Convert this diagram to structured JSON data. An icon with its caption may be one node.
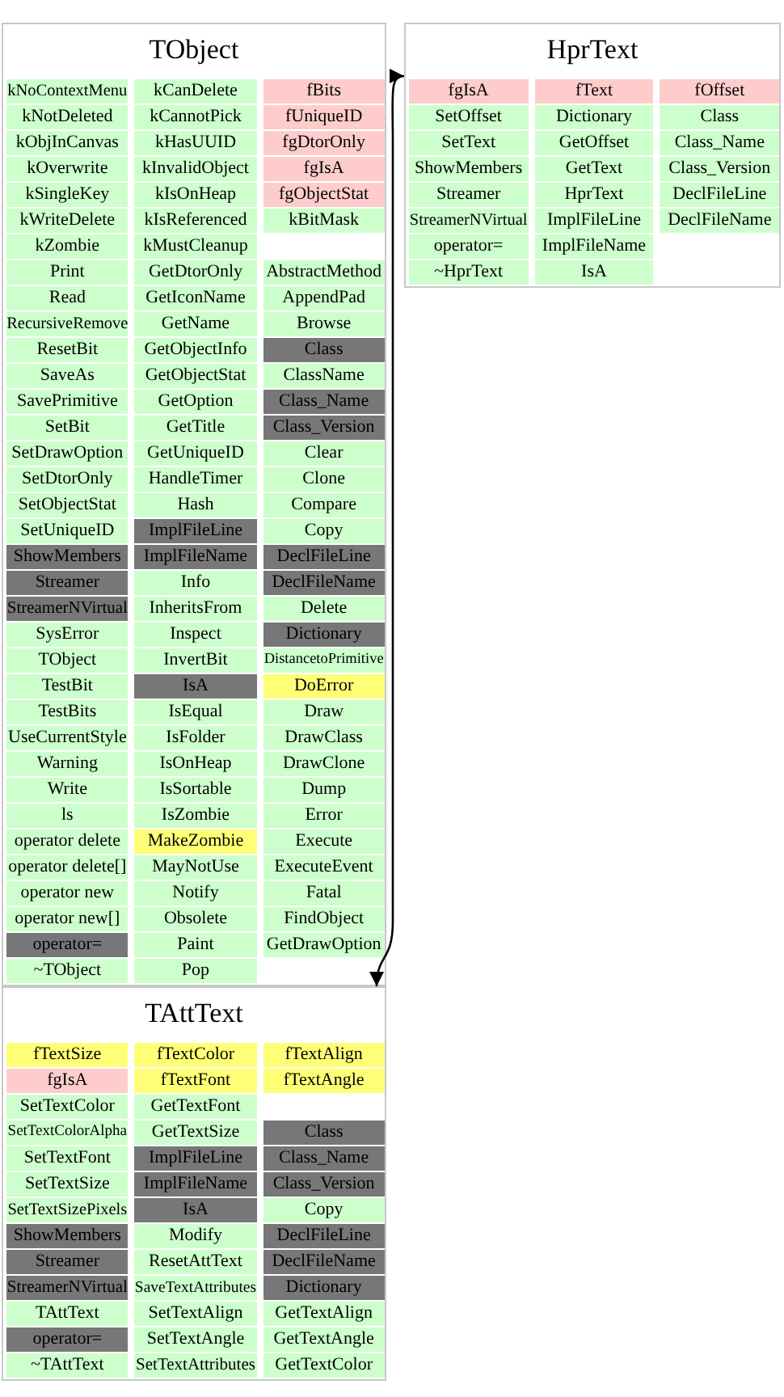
{
  "diagram": {
    "nodes": [
      {
        "text": [
          "TObject"
        ]
      },
      {
        "text": [
          "kNoContextMenu"
        ],
        "in": 0
      },
      {
        "text": [
          "kNotDeleted"
        ],
        "in": 0
      },
      {
        "text": [
          "kObjInCanvas"
        ],
        "in": 0
      },
      {
        "text": [
          "kOverwrite"
        ],
        "in": 0
      },
      {
        "text": [
          "kSingleKey"
        ],
        "in": 0
      },
      {
        "text": [
          "kWriteDelete"
        ],
        "in": 0
      },
      {
        "text": [
          "kZombie"
        ],
        "in": 0
      },
      {
        "text": [
          "Print"
        ],
        "in": 0
      },
      {
        "text": [
          "Read"
        ],
        "in": 0
      },
      {
        "text": [
          "RecursiveRemove"
        ],
        "in": 0
      },
      {
        "text": [
          "ResetBit"
        ],
        "in": 0
      },
      {
        "text": [
          "SaveAs"
        ],
        "in": 0
      },
      {
        "text": [
          "SavePrimitive"
        ],
        "in": 0
      },
      {
        "text": [
          "SetBit"
        ],
        "in": 0
      },
      {
        "text": [
          "SetDrawOption"
        ],
        "in": 0
      },
      {
        "text": [
          "SetDtorOnly"
        ],
        "in": 0
      },
      {
        "text": [
          "SetObjectStat"
        ],
        "in": 0
      },
      {
        "text": [
          "SetUniqueID"
        ],
        "in": 0
      },
      {
        "text": [
          "ShowMembers"
        ],
        "in": 0
      },
      {
        "text": [
          "Streamer"
        ],
        "in": 0
      },
      {
        "text": [
          "StreamerNVirtual"
        ],
        "in": 0
      },
      {
        "text": [
          "SysError"
        ],
        "in": 0
      },
      {
        "text": [
          "TObject"
        ],
        "in": 0
      },
      {
        "text": [
          "TestBit"
        ],
        "in": 0
      },
      {
        "text": [
          "TestBits"
        ],
        "in": 0
      },
      {
        "text": [
          "UseCurrentStyle"
        ],
        "in": 0
      },
      {
        "text": [
          "Warning"
        ],
        "in": 0
      },
      {
        "text": [
          "Write"
        ],
        "in": 0
      },
      {
        "text": [
          "ls"
        ],
        "in": 0
      },
      {
        "text": [
          "operator delete"
        ],
        "in": 0
      },
      {
        "text": [
          "operator delete[]"
        ],
        "in": 0
      },
      {
        "text": [
          "operator new"
        ],
        "in": 0
      },
      {
        "text": [
          "operator new[]"
        ],
        "in": 0
      },
      {
        "text": [
          "operator="
        ],
        "in": 0
      },
      {
        "text": [
          "~TObject"
        ],
        "in": 0
      },
      {
        "text": [
          "kCanDelete"
        ],
        "in": 0
      },
      {
        "text": [
          "kCannotPick"
        ],
        "in": 0
      },
      {
        "text": [
          "kHasUUID"
        ],
        "in": 0
      },
      {
        "text": [
          "kInvalidObject"
        ],
        "in": 0
      },
      {
        "text": [
          "kIsOnHeap"
        ],
        "in": 0
      },
      {
        "text": [
          "kIsReferenced"
        ],
        "in": 0
      },
      {
        "text": [
          "kMustCleanup"
        ],
        "in": 0
      },
      {
        "text": [
          "GetDtorOnly"
        ],
        "in": 0
      },
      {
        "text": [
          "GetIconName"
        ],
        "in": 0
      },
      {
        "text": [
          "GetName"
        ],
        "in": 0
      },
      {
        "text": [
          "GetObjectInfo"
        ],
        "in": 0
      },
      {
        "text": [
          "GetObjectStat"
        ],
        "in": 0
      },
      {
        "text": [
          "GetOption"
        ],
        "in": 0
      },
      {
        "text": [
          "GetTitle"
        ],
        "in": 0
      },
      {
        "text": [
          "GetUniqueID"
        ],
        "in": 0
      },
      {
        "text": [
          "HandleTimer"
        ],
        "in": 0
      },
      {
        "text": [
          "Hash"
        ],
        "in": 0
      },
      {
        "text": [
          "ImplFileLine"
        ],
        "in": 0
      },
      {
        "text": [
          "ImplFileName"
        ],
        "in": 0
      },
      {
        "text": [
          "Info"
        ],
        "in": 0
      },
      {
        "text": [
          "InheritsFrom"
        ],
        "in": 0
      },
      {
        "text": [
          "Inspect"
        ],
        "in": 0
      },
      {
        "text": [
          "InvertBit"
        ],
        "in": 0
      },
      {
        "text": [
          "IsA"
        ],
        "in": 0
      },
      {
        "text": [
          "IsEqual"
        ],
        "in": 0
      },
      {
        "text": [
          "IsFolder"
        ],
        "in": 0
      },
      {
        "text": [
          "IsOnHeap"
        ],
        "in": 0
      },
      {
        "text": [
          "IsSortable"
        ],
        "in": 0
      },
      {
        "text": [
          "IsZombie"
        ],
        "in": 0
      },
      {
        "text": [
          "MakeZombie"
        ],
        "in": 0
      },
      {
        "text": [
          "MayNotUse"
        ],
        "in": 0
      },
      {
        "text": [
          "Notify"
        ],
        "in": 0
      },
      {
        "text": [
          "Obsolete"
        ],
        "in": 0
      },
      {
        "text": [
          "Paint"
        ],
        "in": 0
      },
      {
        "text": [
          "Pop"
        ],
        "in": 0
      },
      {
        "text": [
          "fBits"
        ],
        "in": 0
      },
      {
        "text": [
          "fUniqueID"
        ],
        "in": 0
      },
      {
        "text": [
          "fgDtorOnly"
        ],
        "in": 0
      },
      {
        "text": [
          "fgIsA"
        ],
        "in": 0
      },
      {
        "text": [
          "fgObjectStat"
        ],
        "in": 0
      },
      {
        "text": [
          "kBitMask"
        ],
        "in": 0
      },
      {
        "text": [
          "AbstractMethod"
        ],
        "in": 0
      },
      {
        "text": [
          "AppendPad"
        ],
        "in": 0
      },
      {
        "text": [
          "Browse"
        ],
        "in": 0
      },
      {
        "text": [
          "Class"
        ],
        "in": 0
      },
      {
        "text": [
          "ClassName"
        ],
        "in": 0
      },
      {
        "text": [
          "Class_Name"
        ],
        "in": 0
      },
      {
        "text": [
          "Class_Version"
        ],
        "in": 0
      },
      {
        "text": [
          "Clear"
        ],
        "in": 0
      },
      {
        "text": [
          "Clone"
        ],
        "in": 0
      },
      {
        "text": [
          "Compare"
        ],
        "in": 0
      },
      {
        "text": [
          "Copy"
        ],
        "in": 0
      },
      {
        "text": [
          "DeclFileLine"
        ],
        "in": 0
      },
      {
        "text": [
          "DeclFileName"
        ],
        "in": 0
      },
      {
        "text": [
          "Delete"
        ],
        "in": 0
      },
      {
        "text": [
          "Dictionary"
        ],
        "in": 0
      },
      {
        "text": [
          "DistancetoPrimitive"
        ],
        "in": 0
      },
      {
        "text": [
          "DoError"
        ],
        "in": 0
      },
      {
        "text": [
          "Draw"
        ],
        "in": 0
      },
      {
        "text": [
          "DrawClass"
        ],
        "in": 0
      },
      {
        "text": [
          "DrawClone"
        ],
        "in": 0
      },
      {
        "text": [
          "Dump"
        ],
        "in": 0
      },
      {
        "text": [
          "Error"
        ],
        "in": 0
      },
      {
        "text": [
          "Execute"
        ],
        "in": 0
      },
      {
        "text": [
          "ExecuteEvent"
        ],
        "in": 0
      },
      {
        "text": [
          "Fatal"
        ],
        "in": 0
      },
      {
        "text": [
          "FindObject"
        ],
        "in": 0
      },
      {
        "text": [
          "GetDrawOption"
        ],
        "in": 0
      },
      {
        "text": [
          "HprText"
        ]
      },
      {
        "text": [
          "fgIsA"
        ],
        "in": 104
      },
      {
        "text": [
          "SetOffset"
        ],
        "in": 104
      },
      {
        "text": [
          "SetText"
        ],
        "in": 104
      },
      {
        "text": [
          "ShowMembers"
        ],
        "in": 104
      },
      {
        "text": [
          "Streamer"
        ],
        "in": 104
      },
      {
        "text": [
          "StreamerNVirtual"
        ],
        "in": 104
      },
      {
        "text": [
          "operator="
        ],
        "in": 104
      },
      {
        "text": [
          "~HprText"
        ],
        "in": 104
      },
      {
        "text": [
          "fText"
        ],
        "in": 104
      },
      {
        "text": [
          "Dictionary"
        ],
        "in": 104
      },
      {
        "text": [
          "GetOffset"
        ],
        "in": 104
      },
      {
        "text": [
          "GetText"
        ],
        "in": 104
      },
      {
        "text": [
          "HprText"
        ],
        "in": 104
      },
      {
        "text": [
          "ImplFileLine"
        ],
        "in": 104
      },
      {
        "text": [
          "ImplFileName"
        ],
        "in": 104
      },
      {
        "text": [
          "IsA"
        ],
        "in": 104
      },
      {
        "text": [
          "fOffset"
        ],
        "in": 104
      },
      {
        "text": [
          "Class"
        ],
        "in": 104
      },
      {
        "text": [
          "Class_Name"
        ],
        "in": 104
      },
      {
        "text": [
          "Class_Version"
        ],
        "in": 104
      },
      {
        "text": [
          "DeclFileLine"
        ],
        "in": 104
      },
      {
        "text": [
          "DeclFileName"
        ],
        "in": 104
      },
      {
        "text": [
          "TAttText"
        ]
      },
      {
        "text": [
          "fTextSize"
        ],
        "in": 127
      },
      {
        "text": [
          "fgIsA"
        ],
        "in": 127
      },
      {
        "text": [
          "SetTextColor"
        ],
        "in": 127
      },
      {
        "text": [
          "SetTextColorAlpha"
        ],
        "in": 127
      },
      {
        "text": [
          "SetTextFont"
        ],
        "in": 127
      },
      {
        "text": [
          "SetTextSize"
        ],
        "in": 127
      },
      {
        "text": [
          "SetTextSizePixels"
        ],
        "in": 127
      },
      {
        "text": [
          "ShowMembers"
        ],
        "in": 127
      },
      {
        "text": [
          "Streamer"
        ],
        "in": 127
      },
      {
        "text": [
          "StreamerNVirtual"
        ],
        "in": 127
      },
      {
        "text": [
          "TAttText"
        ],
        "in": 127
      },
      {
        "text": [
          "operator="
        ],
        "in": 127
      },
      {
        "text": [
          "~TAttText"
        ],
        "in": 127
      },
      {
        "text": [
          "fTextColor"
        ],
        "in": 127
      },
      {
        "text": [
          "fTextFont"
        ],
        "in": 127
      },
      {
        "text": [
          "GetTextFont"
        ],
        "in": 127
      },
      {
        "text": [
          "GetTextSize"
        ],
        "in": 127
      },
      {
        "text": [
          "ImplFileLine"
        ],
        "in": 127
      },
      {
        "text": [
          "ImplFileName"
        ],
        "in": 127
      },
      {
        "text": [
          "IsA"
        ],
        "in": 127
      },
      {
        "text": [
          "Modify"
        ],
        "in": 127
      },
      {
        "text": [
          "ResetAttText"
        ],
        "in": 127
      },
      {
        "text": [
          "SaveTextAttributes"
        ],
        "in": 127
      },
      {
        "text": [
          "SetTextAlign"
        ],
        "in": 127
      },
      {
        "text": [
          "SetTextAngle"
        ],
        "in": 127
      },
      {
        "text": [
          "SetTextAttributes"
        ],
        "in": 127
      },
      {
        "text": [
          "fTextAlign"
        ],
        "in": 127
      },
      {
        "text": [
          "fTextAngle"
        ],
        "in": 127
      },
      {
        "text": [
          "Class"
        ],
        "in": 127
      },
      {
        "text": [
          "Class_Name"
        ],
        "in": 127
      },
      {
        "text": [
          "Class_Version"
        ],
        "in": 127
      },
      {
        "text": [
          "Copy"
        ],
        "in": 127
      },
      {
        "text": [
          "DeclFileLine"
        ],
        "in": 127
      },
      {
        "text": [
          "DeclFileName"
        ],
        "in": 127
      },
      {
        "text": [
          "Dictionary"
        ],
        "in": 127
      },
      {
        "text": [
          "GetTextAlign"
        ],
        "in": 127
      },
      {
        "text": [
          "GetTextAngle"
        ],
        "in": 127
      },
      {
        "text": [
          "GetTextColor"
        ],
        "in": 127
      }
    ],
    "edges": [
      {
        "from": 104,
        "to": 127,
        "arrow": "both"
      }
    ]
  }
}
